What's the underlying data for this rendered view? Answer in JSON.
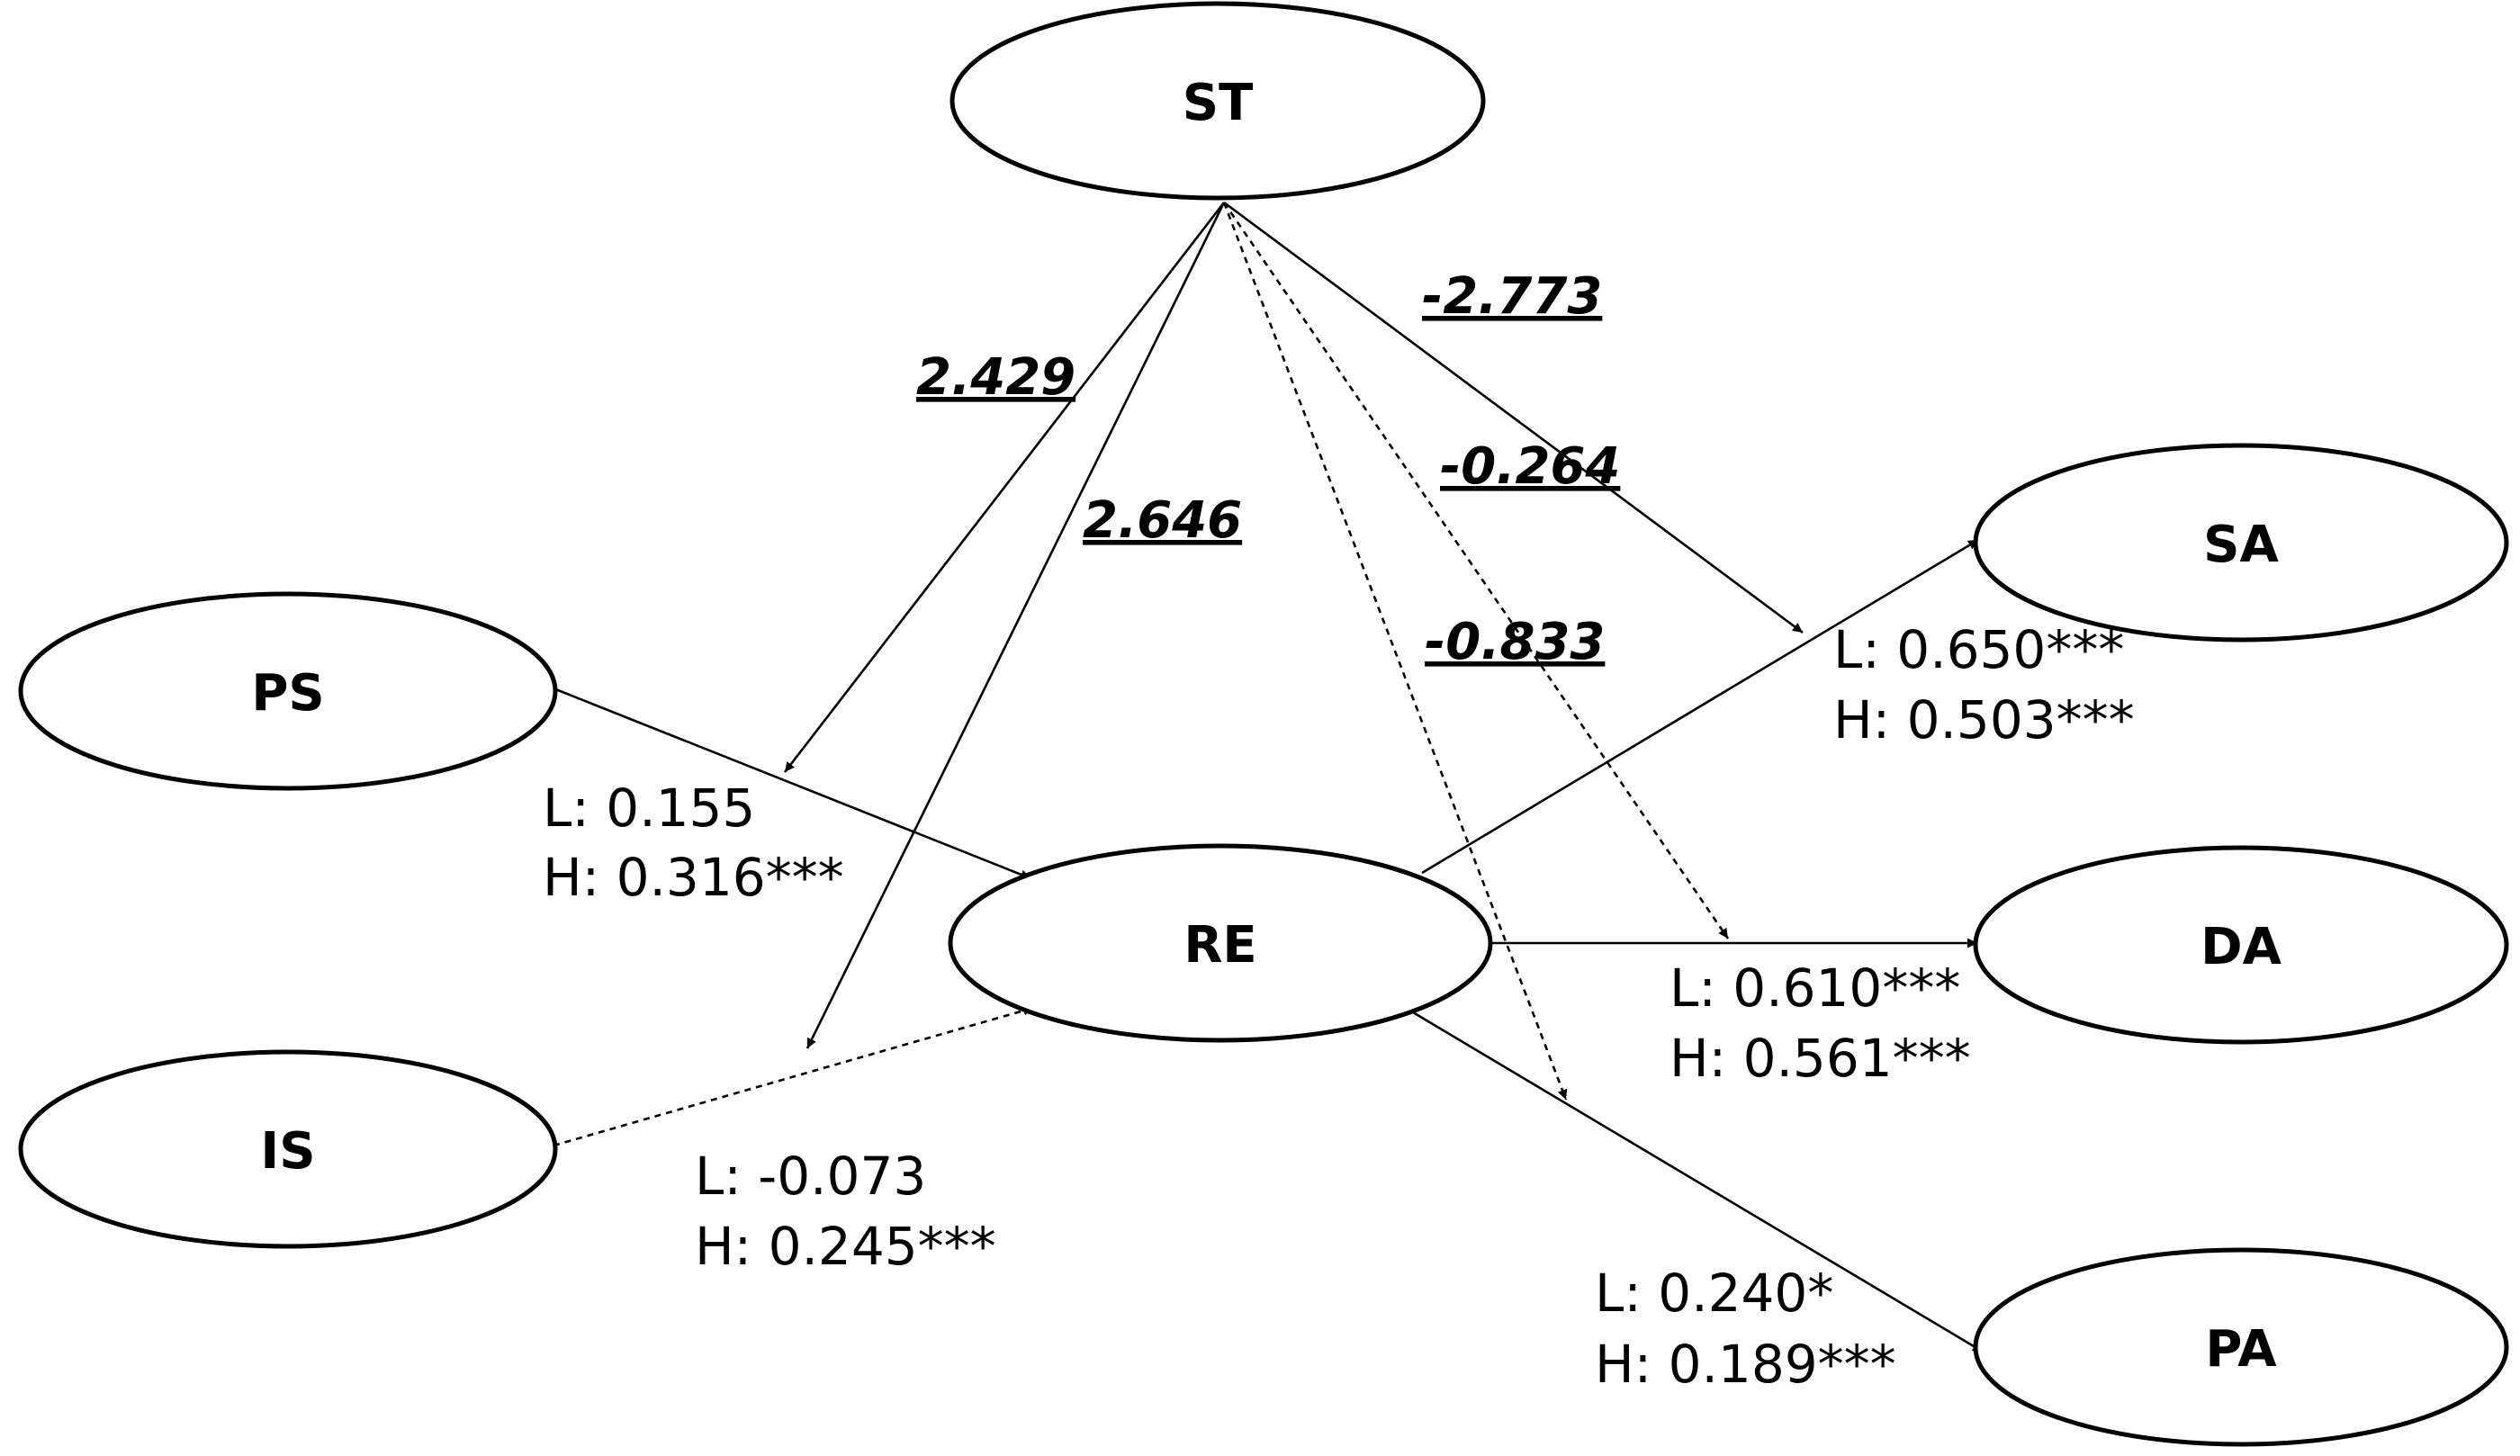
{
  "nodes": {
    "st": "ST",
    "ps": "PS",
    "is": "IS",
    "re": "RE",
    "sa": "SA",
    "da": "DA",
    "pa": "PA"
  },
  "paths": {
    "ps_re": {
      "low": "L: 0.155",
      "high": "H: 0.316***"
    },
    "is_re": {
      "low": "L: -0.073",
      "high": "H: 0.245***"
    },
    "re_sa": {
      "low": "L: 0.650***",
      "high": "H: 0.503***"
    },
    "re_da": {
      "low": "L: 0.610***",
      "high": "H: 0.561***"
    },
    "re_pa": {
      "low": "L: 0.240*",
      "high": "H: 0.189***"
    }
  },
  "moderation": {
    "st_ps_re": "2.429",
    "st_is_re": "2.646",
    "st_re_sa": "-2.773",
    "st_re_da": "-0.264",
    "st_re_pa": "-0.833"
  },
  "line_styles": {
    "ps_re": "solid",
    "is_re": "dashed",
    "re_sa": "solid",
    "re_da": "solid",
    "re_pa": "solid",
    "st_ps_re": "solid",
    "st_is_re": "solid",
    "st_re_sa": "solid",
    "st_re_da": "dashed",
    "st_re_pa": "dashed"
  }
}
